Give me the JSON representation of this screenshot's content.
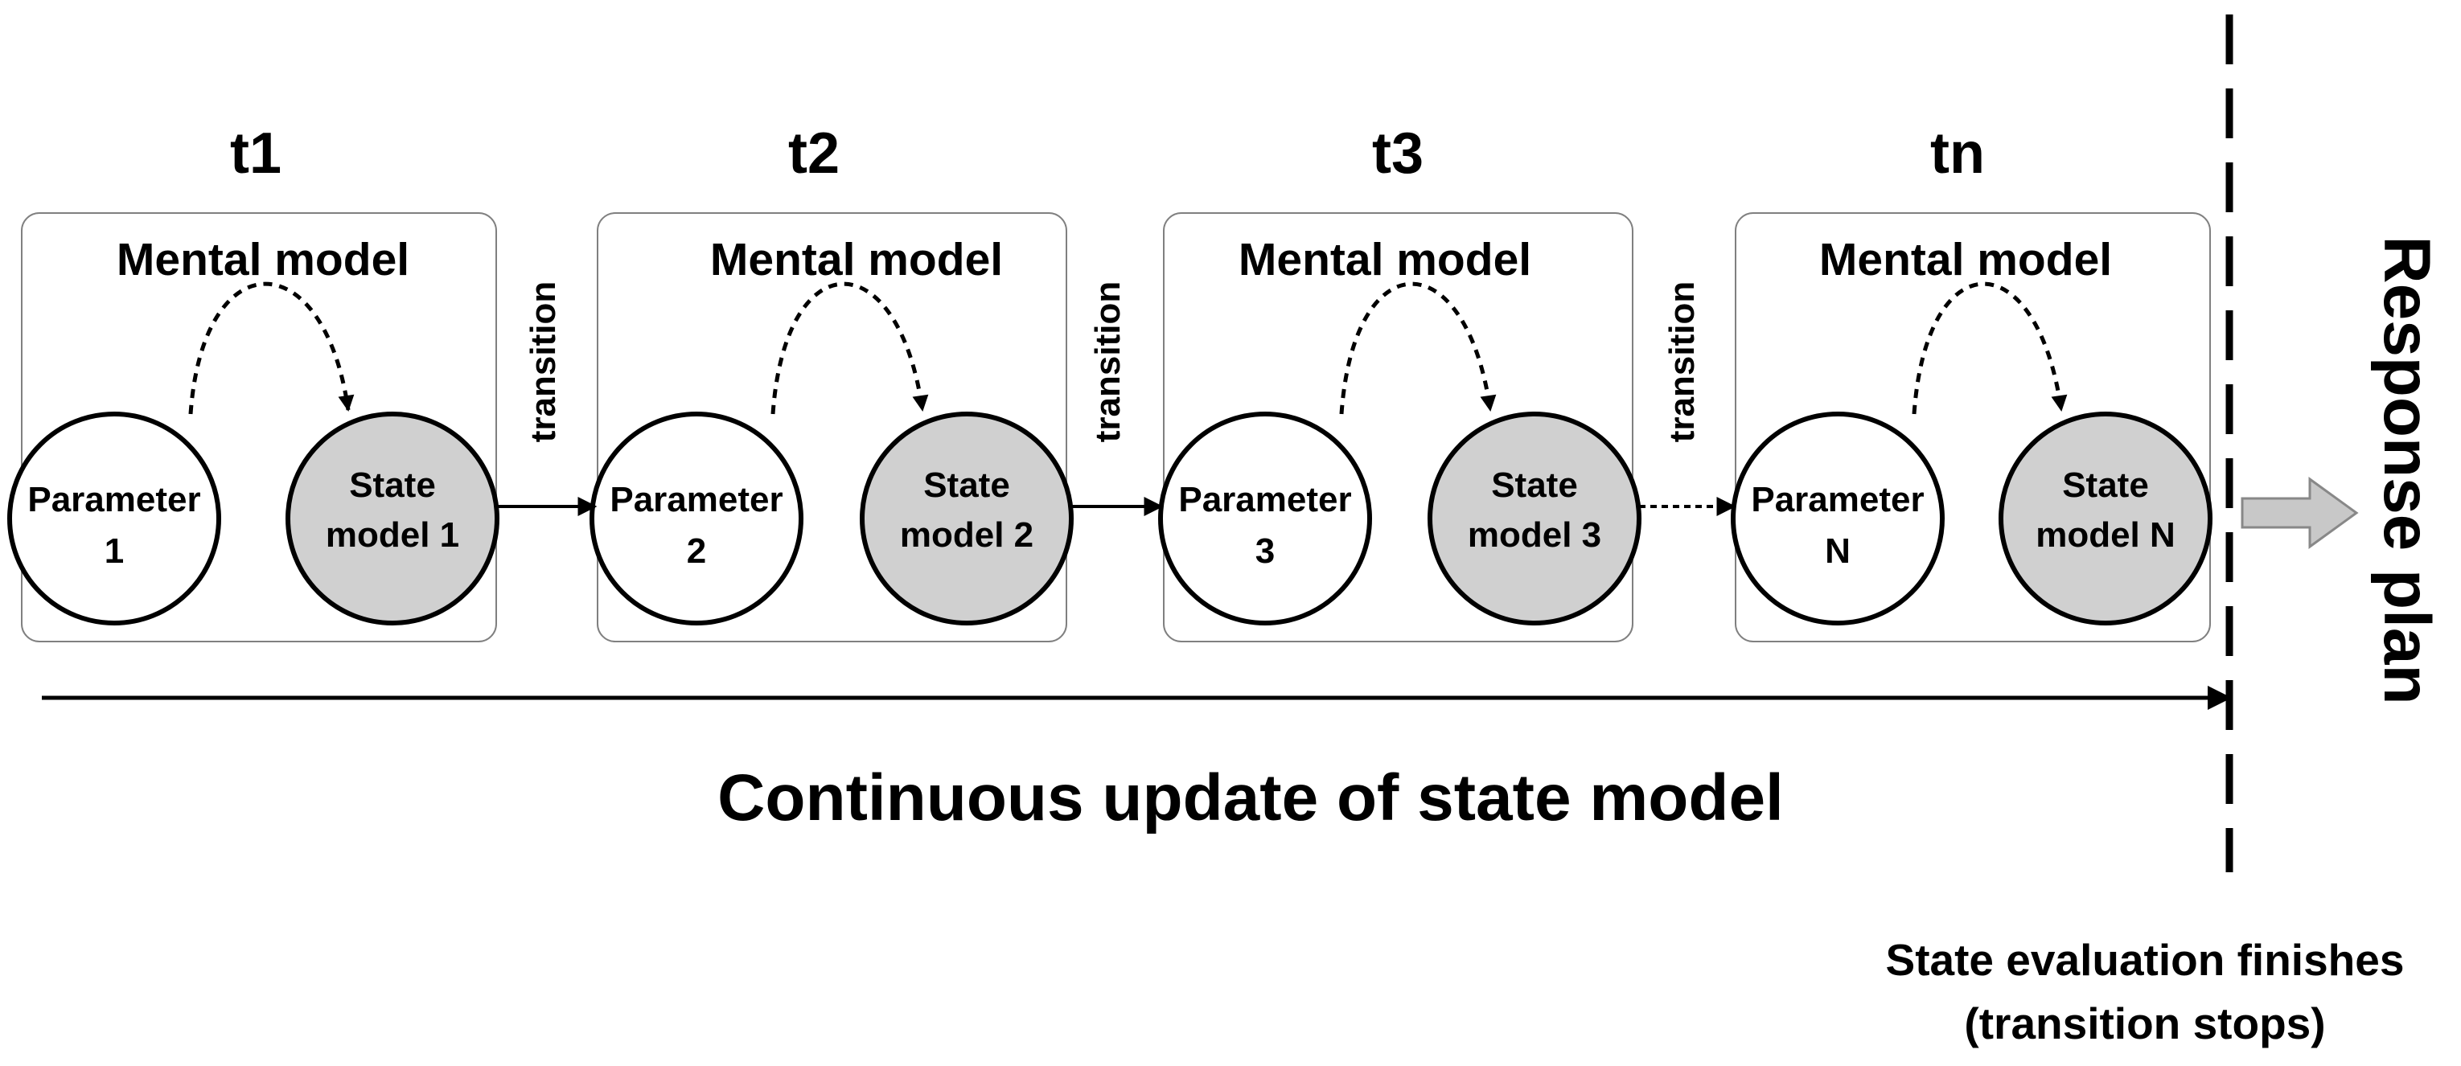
{
  "stages": [
    {
      "time_label": "t1",
      "box_title": "Mental model",
      "parameter_lines": [
        "Parameter",
        "1"
      ],
      "state_lines": [
        "State",
        "model 1"
      ]
    },
    {
      "time_label": "t2",
      "box_title": "Mental model",
      "parameter_lines": [
        "Parameter",
        "2"
      ],
      "state_lines": [
        "State",
        "model 2"
      ]
    },
    {
      "time_label": "t3",
      "box_title": "Mental model",
      "parameter_lines": [
        "Parameter",
        "3"
      ],
      "state_lines": [
        "State",
        "model 3"
      ]
    },
    {
      "time_label": "tn",
      "box_title": "Mental model",
      "parameter_lines": [
        "Parameter",
        "N"
      ],
      "state_lines": [
        "State",
        "model N"
      ]
    }
  ],
  "transitions": [
    {
      "label": "transition",
      "style": "solid"
    },
    {
      "label": "transition",
      "style": "solid"
    },
    {
      "label": "transition",
      "style": "dotted"
    }
  ],
  "timeline_label": "Continuous update of state model",
  "end_label": "Response plan",
  "footer_lines": [
    "State evaluation finishes",
    "(transition stops)"
  ],
  "colors": {
    "state_fill": "#d0d0d0",
    "parameter_fill": "#ffffff",
    "box_stroke": "#808080",
    "ink": "#000000",
    "response_arrow_fill": "#c8c8c8"
  }
}
